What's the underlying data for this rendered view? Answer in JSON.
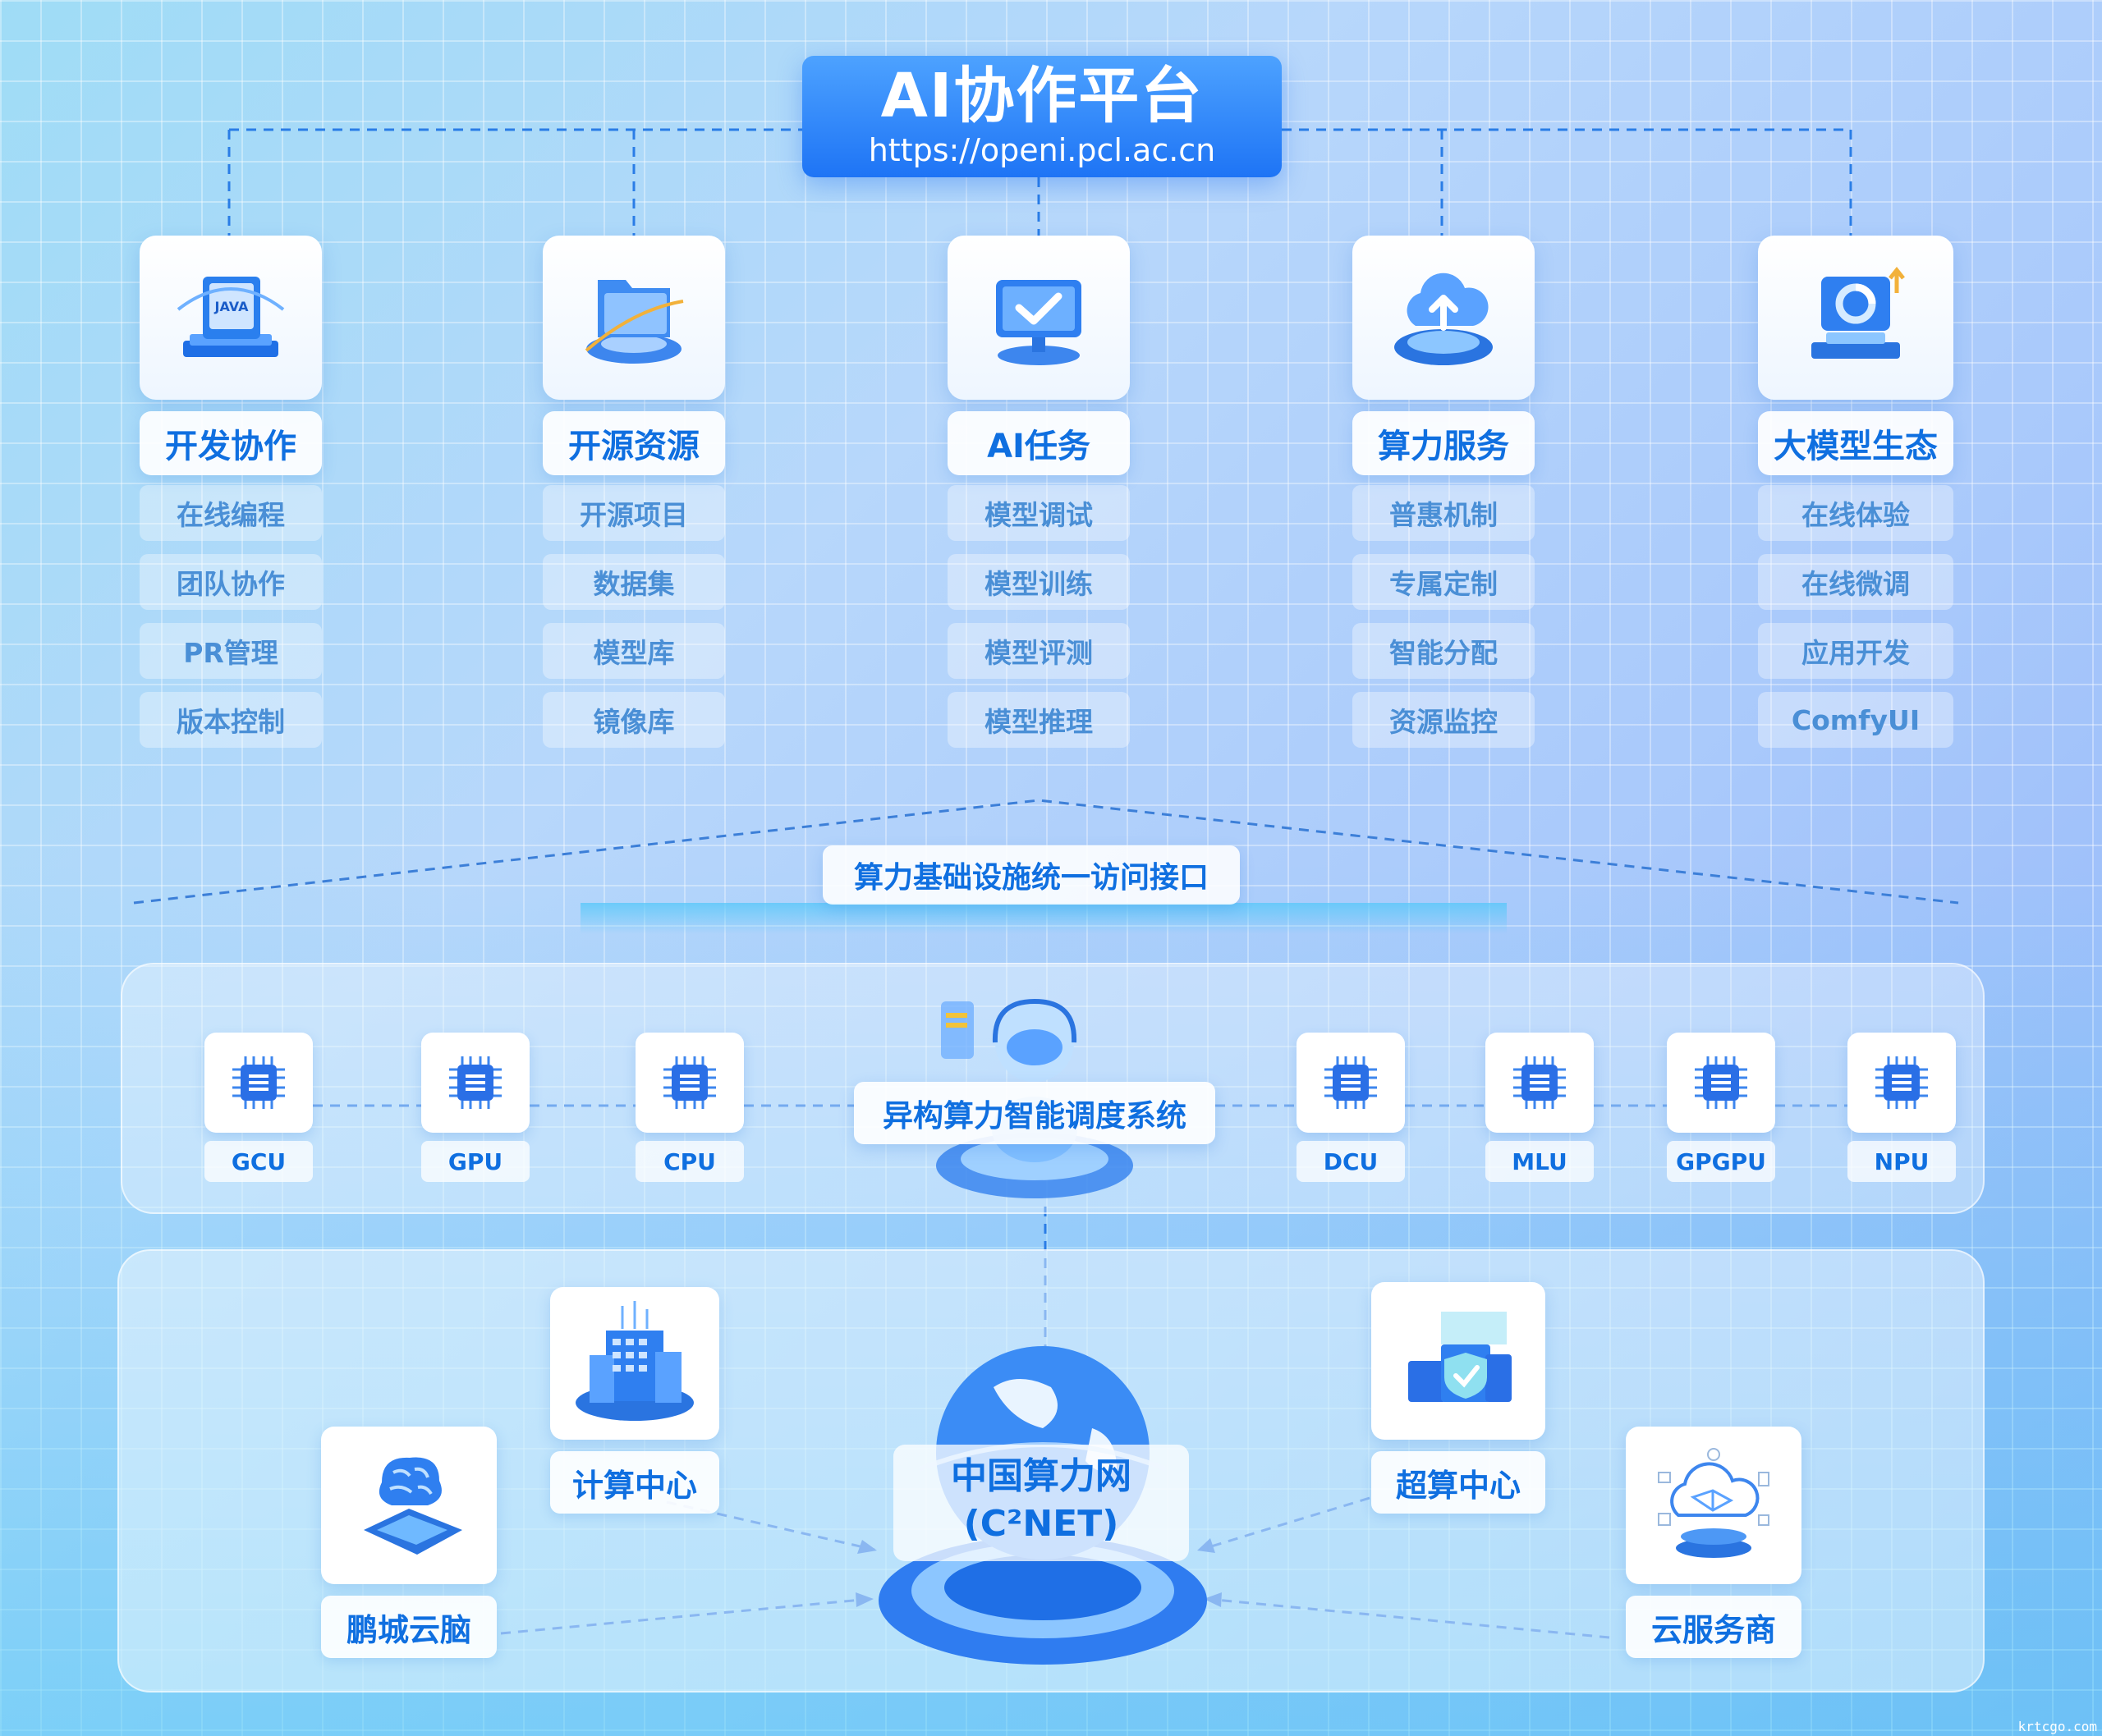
{
  "header": {
    "title": "AI协作平台",
    "url": "https://openi.pcl.ac.cn"
  },
  "columns": [
    {
      "title": "开发协作",
      "icon": "java-screen-icon",
      "items": [
        "在线编程",
        "团队协作",
        "PR管理",
        "版本控制"
      ]
    },
    {
      "title": "开源资源",
      "icon": "folder-icon",
      "items": [
        "开源项目",
        "数据集",
        "模型库",
        "镜像库"
      ]
    },
    {
      "title": "AI任务",
      "icon": "monitor-check-icon",
      "items": [
        "模型调试",
        "模型训练",
        "模型评测",
        "模型推理"
      ]
    },
    {
      "title": "算力服务",
      "icon": "cloud-upload-icon",
      "items": [
        "普惠机制",
        "专属定制",
        "智能分配",
        "资源监控"
      ]
    },
    {
      "title": "大模型生态",
      "icon": "dashboard-chart-icon",
      "items": [
        "在线体验",
        "在线微调",
        "应用开发",
        "ComfyUI"
      ]
    }
  ],
  "interface": {
    "label": "算力基础设施统一访问接口"
  },
  "scheduler": {
    "label": "异构算力智能调度系统"
  },
  "chips": [
    "GCU",
    "GPU",
    "CPU",
    "DCU",
    "MLU",
    "GPGPU",
    "NPU"
  ],
  "network": {
    "line1": "中国算力网",
    "line2": "(C²NET)"
  },
  "nodes": {
    "compute_center": "计算中心",
    "supercomputing_center": "超算中心",
    "pengcheng_cloudbrain": "鹏城云脑",
    "cloud_provider": "云服务商"
  },
  "watermark": "krtcgo.com",
  "colors": {
    "accent": "#0f6fe0",
    "header": "#1e74f5",
    "line": "#2a7de6"
  }
}
